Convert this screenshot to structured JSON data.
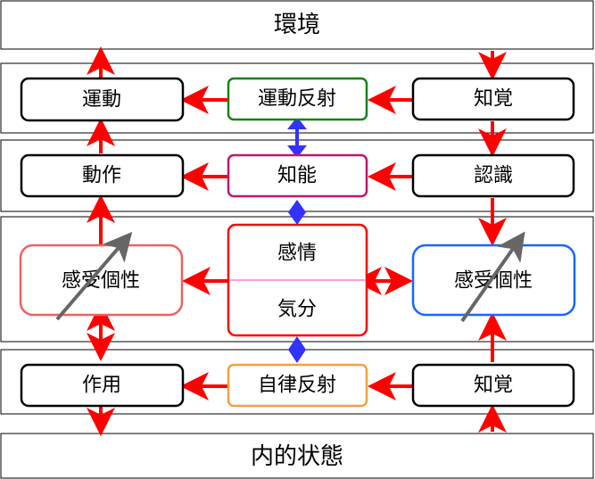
{
  "bands": {
    "top": "環境",
    "bottom": "内的状態"
  },
  "nodes": {
    "motor": "運動",
    "motor_reflex": "運動反射",
    "perception_top": "知覚",
    "action": "動作",
    "intellect": "知能",
    "cognition": "認識",
    "personality_left": "感受個性",
    "emotion": "感情",
    "mood": "気分",
    "personality_right": "感受個性",
    "function": "作用",
    "autonomic_reflex": "自律反射",
    "perception_bottom": "知覚"
  },
  "colors": {
    "flow_arrow": "#ff0000",
    "link_arrow": "#3333ff",
    "motor_reflex_border": "#1a7f1a",
    "intellect_border": "#c0166e",
    "emotion_border": "#ff0000",
    "emotion_divider": "#ff9ed8",
    "personality_left_border": "#f06060",
    "personality_right_border": "#1a66ff",
    "autonomic_reflex_border": "#f5a040",
    "influence_arrow": "#666666"
  }
}
